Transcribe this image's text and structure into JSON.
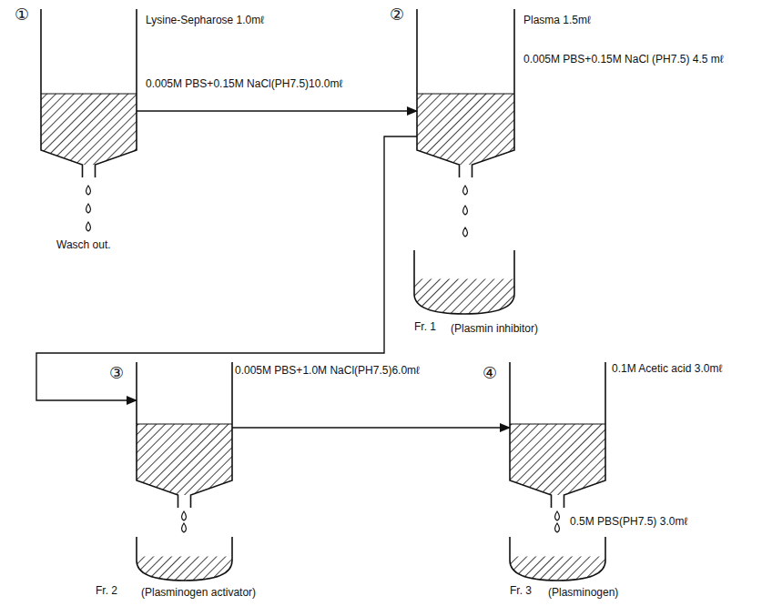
{
  "diagram": {
    "nodes": [
      {
        "text": [
          "Lysine-Sepharose 1.0mℓ",
          "0.005M PBS+0.15M NaCl(PH7.5)10.0mℓ"
        ]
      },
      {
        "text": [
          "Plasma 1.5mℓ",
          "0.005M PBS+0.15M NaCl (PH7.5) 4.5 mℓ"
        ]
      },
      {
        "text": [
          "Fr. 1",
          "(Plasmin inhibitor)"
        ]
      },
      {
        "text": [
          "0.005M PBS+1.0M NaCl(PH7.5)6.0mℓ"
        ]
      },
      {
        "text": [
          "Fr. 2",
          "(Plasminogen activator)"
        ]
      },
      {
        "text": [
          "0.1M Acetic acid 3.0mℓ"
        ]
      },
      {
        "text": [
          "0.5M PBS(PH7.5) 3.0mℓ",
          "Fr. 3",
          "(Plasminogen)"
        ]
      }
    ],
    "edges": [
      {
        "from": 0,
        "to": 1,
        "arrow": "to"
      },
      {
        "from": 1,
        "to": 3,
        "arrow": "to"
      },
      {
        "from": 3,
        "to": 5,
        "arrow": "to"
      }
    ],
    "labels": [
      "①",
      "②",
      "③",
      "④",
      "Wasch out."
    ]
  }
}
